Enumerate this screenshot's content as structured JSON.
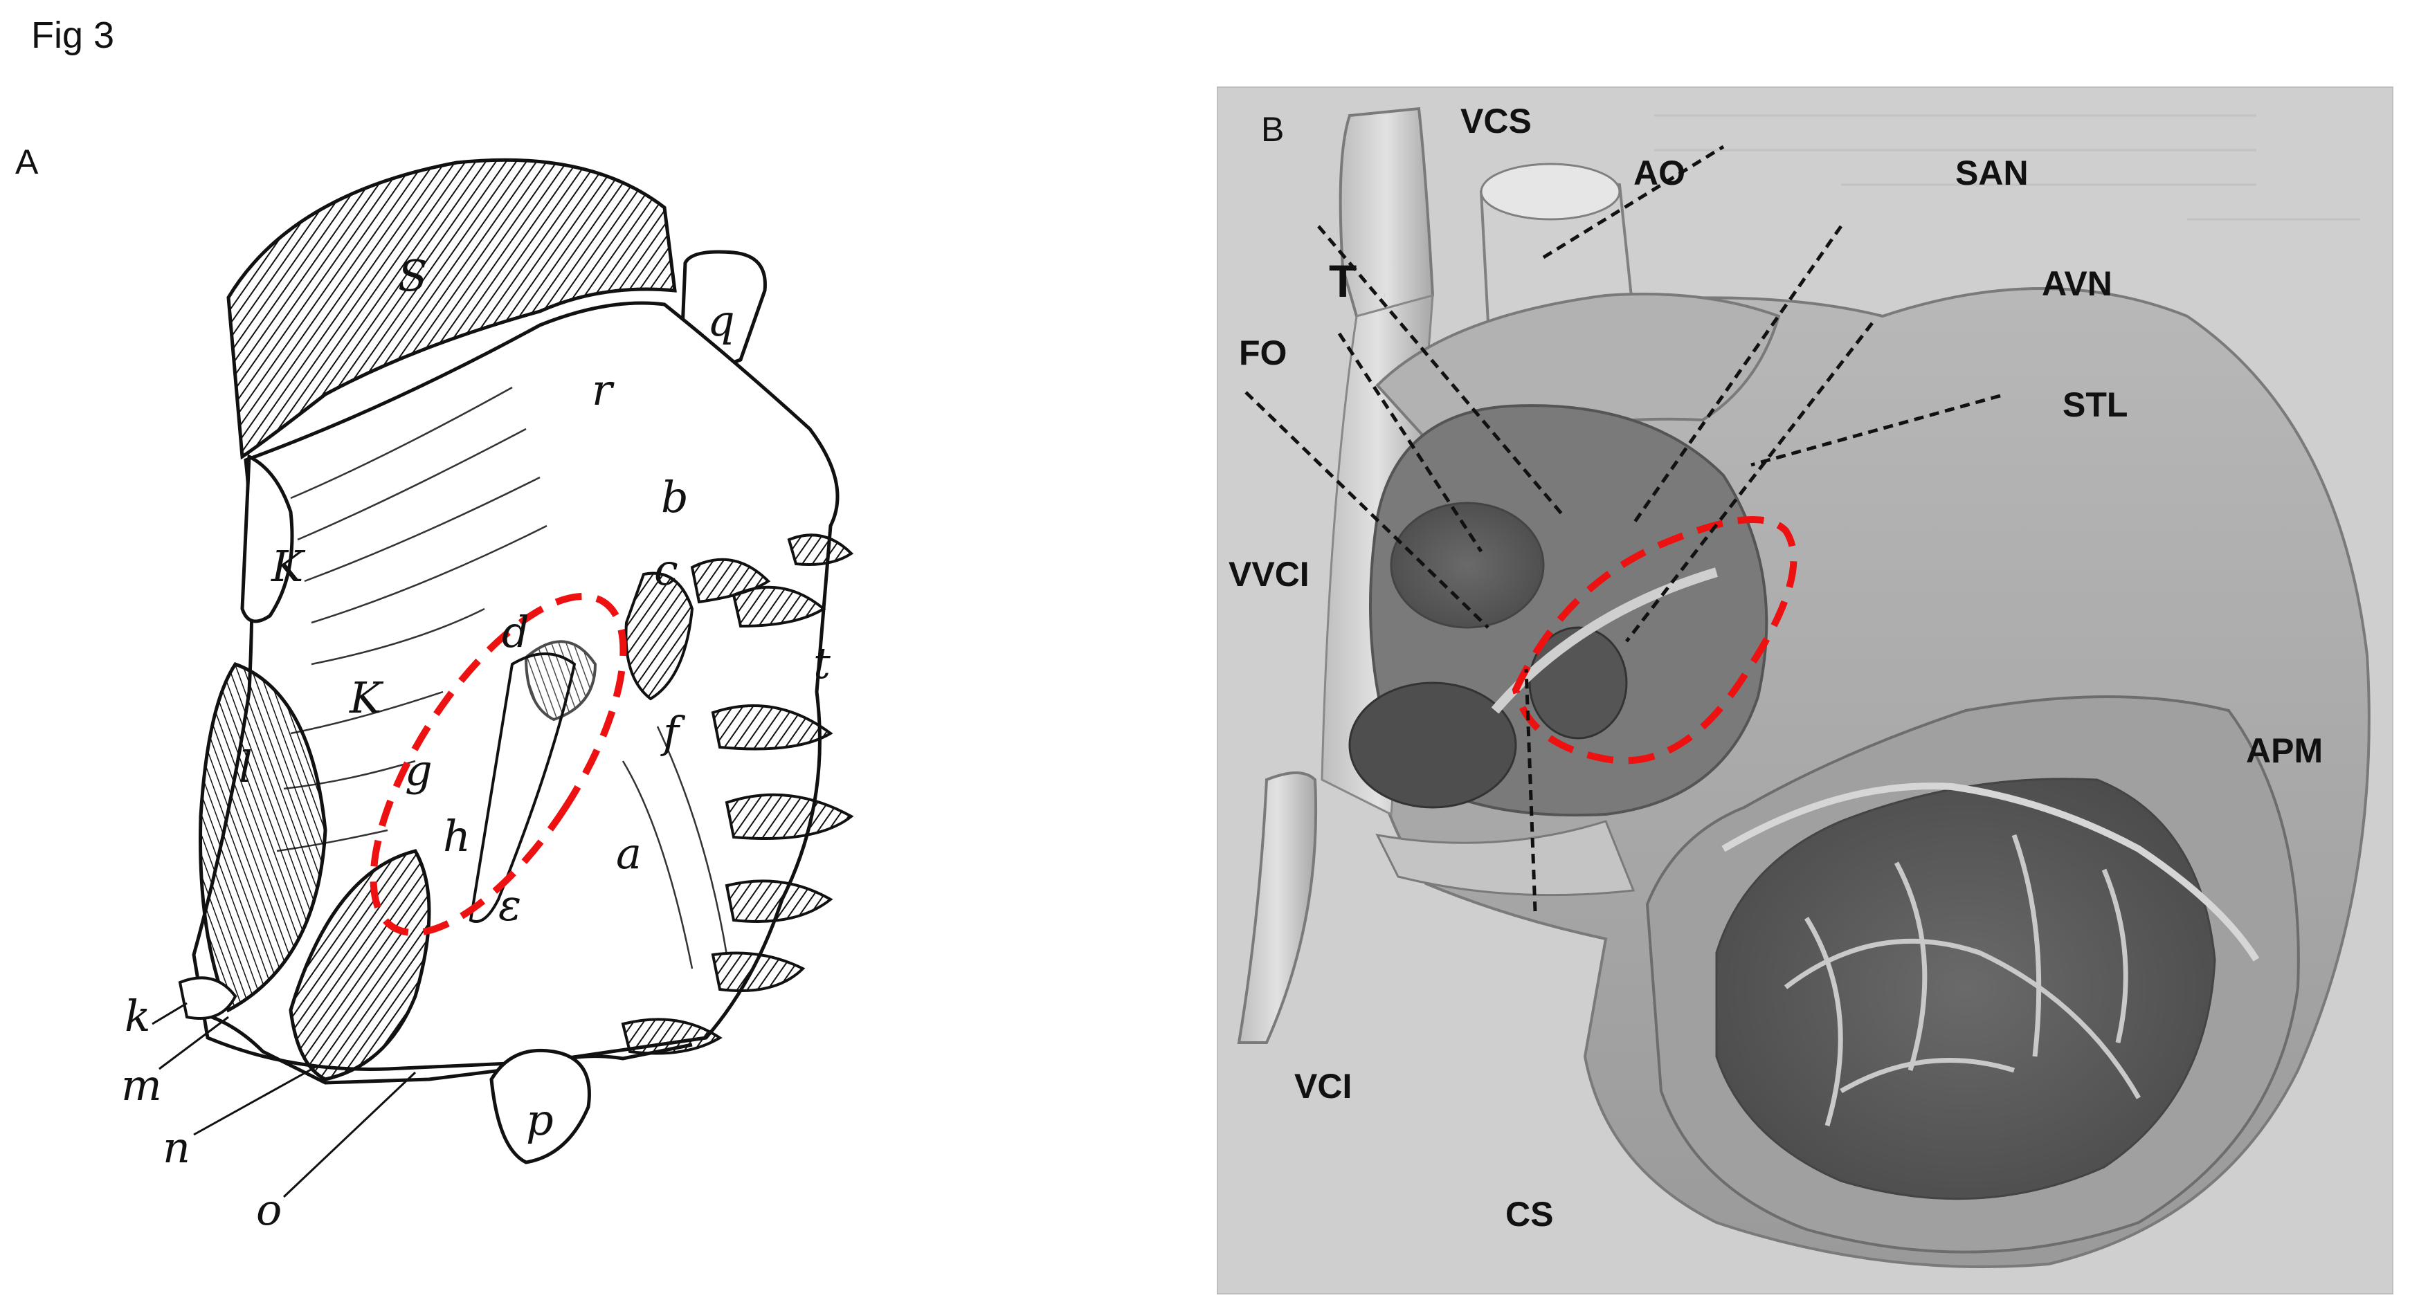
{
  "figure_title": "Fig 3",
  "panel_a": {
    "label": "A",
    "letters": [
      {
        "id": "S",
        "text": "S"
      },
      {
        "id": "q",
        "text": "q"
      },
      {
        "id": "r",
        "text": "r"
      },
      {
        "id": "b",
        "text": "b"
      },
      {
        "id": "K-top",
        "text": "K"
      },
      {
        "id": "c",
        "text": "c"
      },
      {
        "id": "t",
        "text": "t"
      },
      {
        "id": "d",
        "text": "d"
      },
      {
        "id": "K",
        "text": "K"
      },
      {
        "id": "f",
        "text": "f"
      },
      {
        "id": "l",
        "text": "l"
      },
      {
        "id": "g",
        "text": "g"
      },
      {
        "id": "h",
        "text": "h"
      },
      {
        "id": "a",
        "text": "a"
      },
      {
        "id": "e",
        "text": "ε"
      },
      {
        "id": "k-bottom",
        "text": "k"
      },
      {
        "id": "m",
        "text": "m"
      },
      {
        "id": "n",
        "text": "n"
      },
      {
        "id": "o",
        "text": "o"
      },
      {
        "id": "p",
        "text": "p"
      }
    ]
  },
  "panel_b": {
    "label": "B",
    "labels": [
      {
        "id": "VCS",
        "text": "VCS"
      },
      {
        "id": "AO",
        "text": "AO"
      },
      {
        "id": "SAN",
        "text": "SAN"
      },
      {
        "id": "T",
        "text": "T"
      },
      {
        "id": "AVN",
        "text": "AVN"
      },
      {
        "id": "FO",
        "text": "FO"
      },
      {
        "id": "STL",
        "text": "STL"
      },
      {
        "id": "VVCI",
        "text": "VVCI"
      },
      {
        "id": "APM",
        "text": "APM"
      },
      {
        "id": "VCI",
        "text": "VCI"
      },
      {
        "id": "CS",
        "text": "CS"
      }
    ]
  },
  "colors": {
    "highlight": "#e11111",
    "ink": "#111111",
    "panel_b_background": "#cfcfcf"
  }
}
